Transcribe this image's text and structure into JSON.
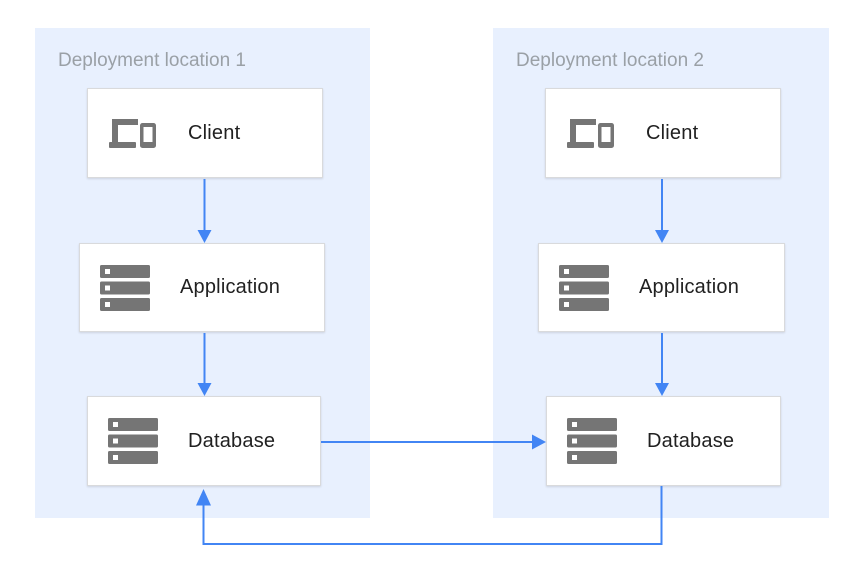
{
  "diagram": {
    "type": "architecture-diagram",
    "panels": [
      {
        "title": "Deployment location 1",
        "nodes": [
          {
            "id": "client-1",
            "label": "Client",
            "icon": "devices-icon"
          },
          {
            "id": "application-1",
            "label": "Application",
            "icon": "server-rack-icon"
          },
          {
            "id": "database-1",
            "label": "Database",
            "icon": "server-rack-icon"
          }
        ]
      },
      {
        "title": "Deployment location 2",
        "nodes": [
          {
            "id": "client-2",
            "label": "Client",
            "icon": "devices-icon"
          },
          {
            "id": "application-2",
            "label": "Application",
            "icon": "server-rack-icon"
          },
          {
            "id": "database-2",
            "label": "Database",
            "icon": "server-rack-icon"
          }
        ]
      }
    ],
    "connections": [
      {
        "from": "client-1",
        "to": "application-1",
        "style": "arrow-down"
      },
      {
        "from": "application-1",
        "to": "database-1",
        "style": "arrow-down"
      },
      {
        "from": "client-2",
        "to": "application-2",
        "style": "arrow-down"
      },
      {
        "from": "application-2",
        "to": "database-2",
        "style": "arrow-down"
      },
      {
        "from": "database-1",
        "to": "database-2",
        "style": "arrow-right"
      },
      {
        "from": "database-2",
        "to": "database-1",
        "style": "arrow-loop-bottom"
      }
    ],
    "colors": {
      "panel_background": "#e8f0fe",
      "node_background": "#ffffff",
      "node_border": "#d9dadc",
      "arrow": "#4285f4",
      "icon": "#757575",
      "panel_title_text": "#9aa0a6",
      "node_label_text": "#212121"
    }
  }
}
